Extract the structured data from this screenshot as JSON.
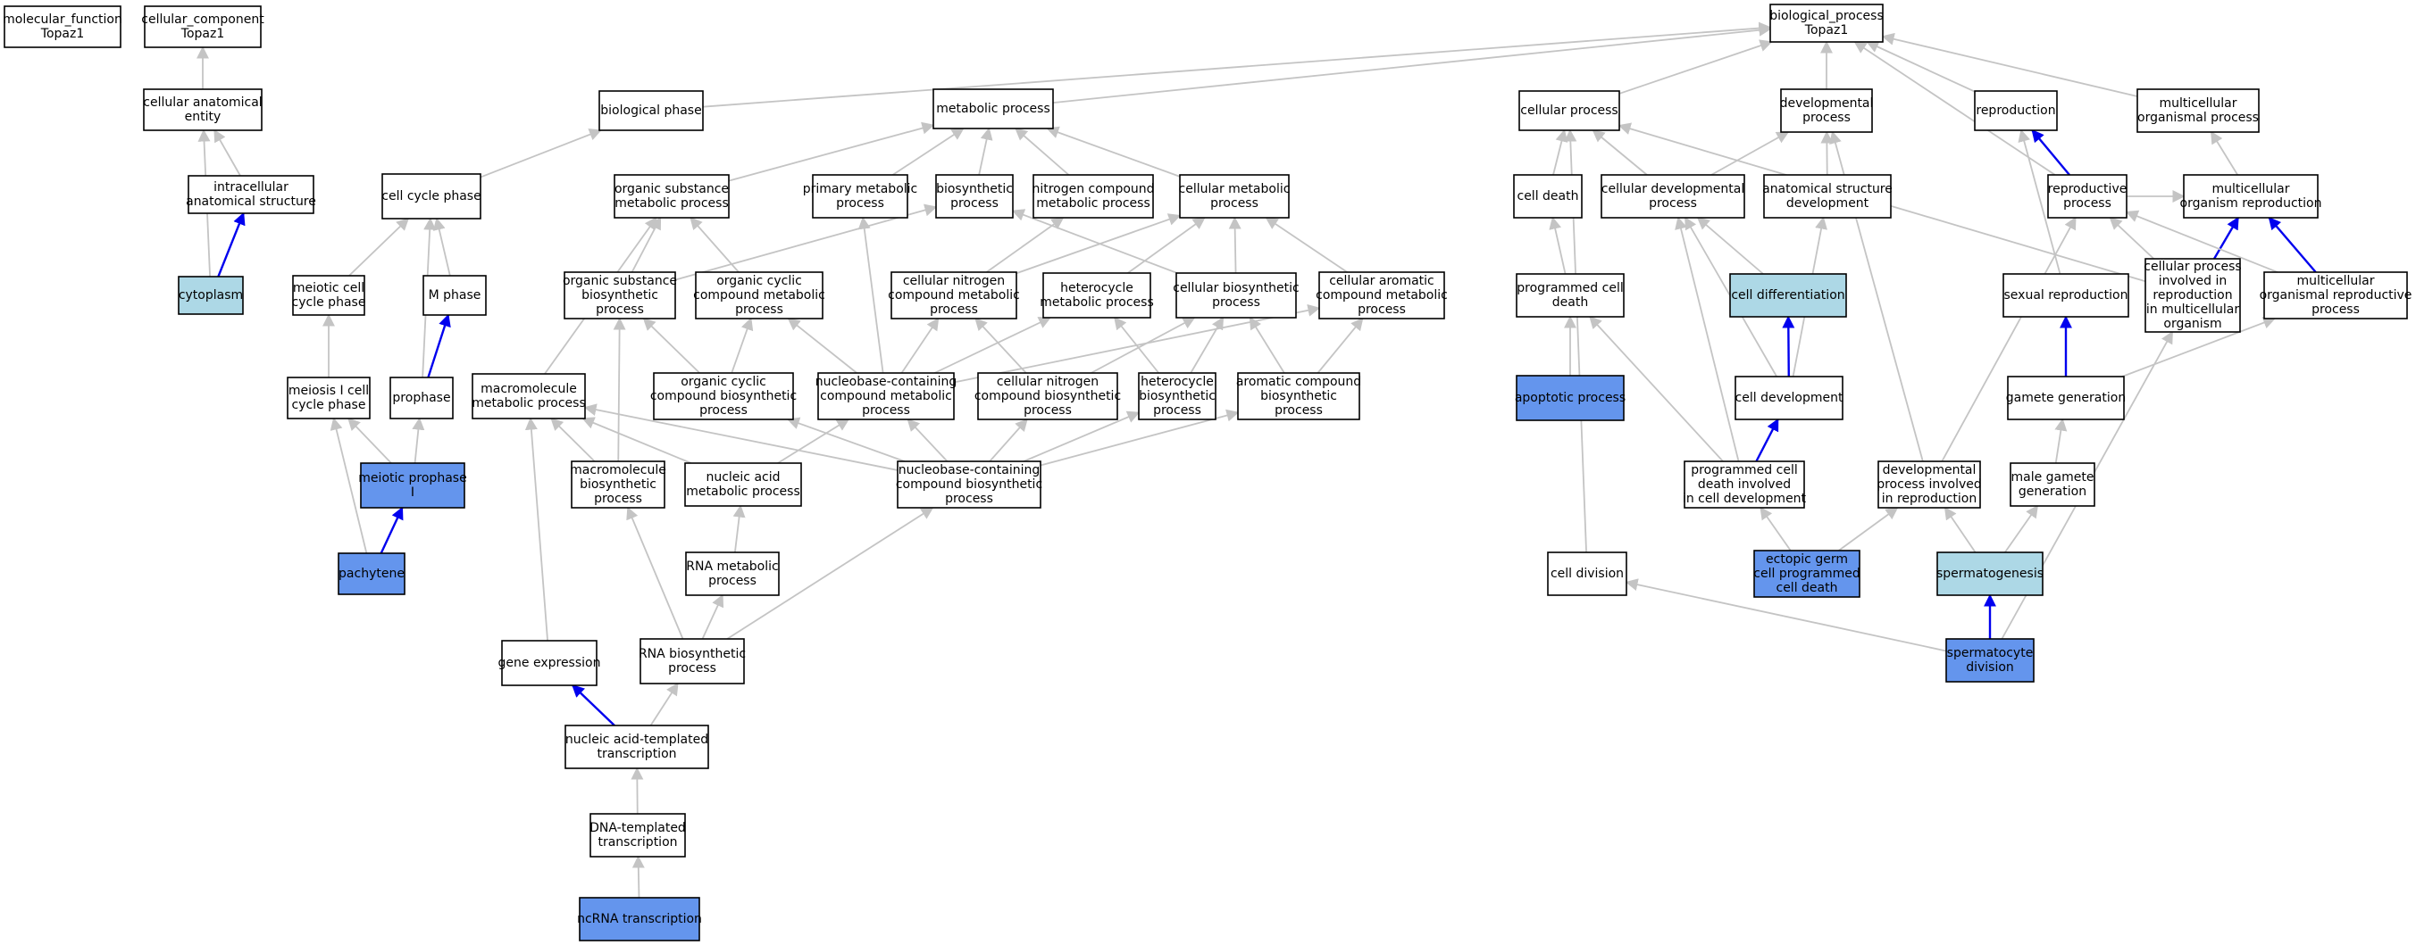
{
  "colors": {
    "white": "#ffffff",
    "light": "#add8e6",
    "dark": "#6495ed",
    "gray_edge": "#c4c4c4",
    "blue_edge": "#0000ee",
    "border": "#000000"
  },
  "nodes": {
    "mf": {
      "lines": [
        "molecular_function",
        "Topaz1"
      ],
      "fill": "white"
    },
    "cc": {
      "lines": [
        "cellular_component",
        "Topaz1"
      ],
      "fill": "white"
    },
    "bp": {
      "lines": [
        "biological_process",
        "Topaz1"
      ],
      "fill": "white"
    },
    "cae": {
      "lines": [
        "cellular anatomical",
        "entity"
      ],
      "fill": "white"
    },
    "ias": {
      "lines": [
        "intracellular",
        "anatomical structure"
      ],
      "fill": "white"
    },
    "cyto": {
      "lines": [
        "cytoplasm"
      ],
      "fill": "light"
    },
    "bphase": {
      "lines": [
        "biological phase"
      ],
      "fill": "white"
    },
    "ccp": {
      "lines": [
        "cell cycle phase"
      ],
      "fill": "white"
    },
    "mccp": {
      "lines": [
        "meiotic cell",
        "cycle phase"
      ],
      "fill": "white"
    },
    "mphase": {
      "lines": [
        "M phase"
      ],
      "fill": "white"
    },
    "m1ccp": {
      "lines": [
        "meiosis I cell",
        "cycle phase"
      ],
      "fill": "white"
    },
    "proph": {
      "lines": [
        "prophase"
      ],
      "fill": "white"
    },
    "mproph": {
      "lines": [
        "meiotic prophase",
        "I"
      ],
      "fill": "dark"
    },
    "pach": {
      "lines": [
        "pachytene"
      ],
      "fill": "dark"
    },
    "metab": {
      "lines": [
        "metabolic process"
      ],
      "fill": "white"
    },
    "osmp": {
      "lines": [
        "organic substance",
        "metabolic process"
      ],
      "fill": "white"
    },
    "pmp": {
      "lines": [
        "primary metabolic",
        "process"
      ],
      "fill": "white"
    },
    "biosyn": {
      "lines": [
        "biosynthetic",
        "process"
      ],
      "fill": "white"
    },
    "ncmp": {
      "lines": [
        "nitrogen compound",
        "metabolic process"
      ],
      "fill": "white"
    },
    "cmp": {
      "lines": [
        "cellular metabolic",
        "process"
      ],
      "fill": "white"
    },
    "osbp": {
      "lines": [
        "organic substance",
        "biosynthetic",
        "process"
      ],
      "fill": "white"
    },
    "occmp": {
      "lines": [
        "organic cyclic",
        "compound metabolic",
        "process"
      ],
      "fill": "white"
    },
    "cncmp": {
      "lines": [
        "cellular nitrogen",
        "compound metabolic",
        "process"
      ],
      "fill": "white"
    },
    "hmp": {
      "lines": [
        "heterocycle",
        "metabolic process"
      ],
      "fill": "white"
    },
    "cbp": {
      "lines": [
        "cellular biosynthetic",
        "process"
      ],
      "fill": "white"
    },
    "cacmp": {
      "lines": [
        "cellular aromatic",
        "compound metabolic",
        "process"
      ],
      "fill": "white"
    },
    "mmp": {
      "lines": [
        "macromolecule",
        "metabolic process"
      ],
      "fill": "white"
    },
    "occbp": {
      "lines": [
        "organic cyclic",
        "compound biosynthetic",
        "process"
      ],
      "fill": "white"
    },
    "nbccmp": {
      "lines": [
        "nucleobase-containing",
        "compound metabolic",
        "process"
      ],
      "fill": "white"
    },
    "cncbp": {
      "lines": [
        "cellular nitrogen",
        "compound biosynthetic",
        "process"
      ],
      "fill": "white"
    },
    "hbp": {
      "lines": [
        "heterocycle",
        "biosynthetic",
        "process"
      ],
      "fill": "white"
    },
    "acbp": {
      "lines": [
        "aromatic compound",
        "biosynthetic",
        "process"
      ],
      "fill": "white"
    },
    "mbp": {
      "lines": [
        "macromolecule",
        "biosynthetic",
        "process"
      ],
      "fill": "white"
    },
    "namp": {
      "lines": [
        "nucleic acid",
        "metabolic process"
      ],
      "fill": "white"
    },
    "nbccbp": {
      "lines": [
        "nucleobase-containing",
        "compound biosynthetic",
        "process"
      ],
      "fill": "white"
    },
    "rmp": {
      "lines": [
        "RNA metabolic",
        "process"
      ],
      "fill": "white"
    },
    "gexp": {
      "lines": [
        "gene expression"
      ],
      "fill": "white"
    },
    "rbp": {
      "lines": [
        "RNA biosynthetic",
        "process"
      ],
      "fill": "white"
    },
    "natt": {
      "lines": [
        "nucleic acid-templated",
        "transcription"
      ],
      "fill": "white"
    },
    "dtt": {
      "lines": [
        "DNA-templated",
        "transcription"
      ],
      "fill": "white"
    },
    "ncrna": {
      "lines": [
        "ncRNA transcription"
      ],
      "fill": "dark"
    },
    "cp": {
      "lines": [
        "cellular process"
      ],
      "fill": "white"
    },
    "dp": {
      "lines": [
        "developmental",
        "process"
      ],
      "fill": "white"
    },
    "repro": {
      "lines": [
        "reproduction"
      ],
      "fill": "white"
    },
    "mop": {
      "lines": [
        "multicellular",
        "organismal process"
      ],
      "fill": "white"
    },
    "cdeath": {
      "lines": [
        "cell death"
      ],
      "fill": "white"
    },
    "cdp": {
      "lines": [
        "cellular developmental",
        "process"
      ],
      "fill": "white"
    },
    "asd": {
      "lines": [
        "anatomical structure",
        "development"
      ],
      "fill": "white"
    },
    "rp": {
      "lines": [
        "reproductive",
        "process"
      ],
      "fill": "white"
    },
    "mor": {
      "lines": [
        "multicellular",
        "organism reproduction"
      ],
      "fill": "white"
    },
    "pcd": {
      "lines": [
        "programmed cell",
        "death"
      ],
      "fill": "white"
    },
    "cdiff": {
      "lines": [
        "cell differentiation"
      ],
      "fill": "light"
    },
    "srepro": {
      "lines": [
        "sexual reproduction"
      ],
      "fill": "white"
    },
    "cpimo": {
      "lines": [
        "cellular process",
        "involved in",
        "reproduction",
        "in multicellular",
        "organism"
      ],
      "fill": "white"
    },
    "morp": {
      "lines": [
        "multicellular",
        "organismal reproductive",
        "process"
      ],
      "fill": "white"
    },
    "apop": {
      "lines": [
        "apoptotic process"
      ],
      "fill": "dark"
    },
    "cdev": {
      "lines": [
        "cell development"
      ],
      "fill": "white"
    },
    "ggen": {
      "lines": [
        "gamete generation"
      ],
      "fill": "white"
    },
    "pcdcd": {
      "lines": [
        "programmed cell",
        "death involved",
        "in cell development"
      ],
      "fill": "white"
    },
    "dpir": {
      "lines": [
        "developmental",
        "process involved",
        "in reproduction"
      ],
      "fill": "white"
    },
    "mgg": {
      "lines": [
        "male gamete",
        "generation"
      ],
      "fill": "white"
    },
    "cdiv": {
      "lines": [
        "cell division"
      ],
      "fill": "white"
    },
    "egcpcd": {
      "lines": [
        "ectopic germ",
        "cell programmed",
        "cell death"
      ],
      "fill": "dark"
    },
    "sperm": {
      "lines": [
        "spermatogenesis"
      ],
      "fill": "light"
    },
    "scd": {
      "lines": [
        "spermatocyte",
        "division"
      ],
      "fill": "dark"
    }
  },
  "edges": [
    [
      "cae",
      "cc",
      "gray"
    ],
    [
      "cyto",
      "cae",
      "gray"
    ],
    [
      "ias",
      "cae",
      "gray"
    ],
    [
      "cyto",
      "ias",
      "blue"
    ],
    [
      "bphase",
      "bp",
      "gray"
    ],
    [
      "ccp",
      "bphase",
      "gray"
    ],
    [
      "mccp",
      "ccp",
      "gray"
    ],
    [
      "mphase",
      "ccp",
      "gray"
    ],
    [
      "proph",
      "ccp",
      "gray"
    ],
    [
      "m1ccp",
      "mccp",
      "gray"
    ],
    [
      "proph",
      "mphase",
      "blue"
    ],
    [
      "mproph",
      "m1ccp",
      "gray"
    ],
    [
      "mproph",
      "proph",
      "gray"
    ],
    [
      "pach",
      "m1ccp",
      "gray"
    ],
    [
      "pach",
      "mproph",
      "blue"
    ],
    [
      "metab",
      "bp",
      "gray"
    ],
    [
      "osmp",
      "metab",
      "gray"
    ],
    [
      "pmp",
      "metab",
      "gray"
    ],
    [
      "biosyn",
      "metab",
      "gray"
    ],
    [
      "ncmp",
      "metab",
      "gray"
    ],
    [
      "cmp",
      "metab",
      "gray"
    ],
    [
      "osbp",
      "osmp",
      "gray"
    ],
    [
      "osbp",
      "biosyn",
      "gray"
    ],
    [
      "occmp",
      "osmp",
      "gray"
    ],
    [
      "cncmp",
      "ncmp",
      "gray"
    ],
    [
      "cncmp",
      "cmp",
      "gray"
    ],
    [
      "hmp",
      "cmp",
      "gray"
    ],
    [
      "cbp",
      "cmp",
      "gray"
    ],
    [
      "cbp",
      "biosyn",
      "gray"
    ],
    [
      "cacmp",
      "cmp",
      "gray"
    ],
    [
      "mmp",
      "osmp",
      "gray"
    ],
    [
      "occbp",
      "osbp",
      "gray"
    ],
    [
      "occbp",
      "occmp",
      "gray"
    ],
    [
      "nbccmp",
      "occmp",
      "gray"
    ],
    [
      "nbccmp",
      "cncmp",
      "gray"
    ],
    [
      "nbccmp",
      "hmp",
      "gray"
    ],
    [
      "nbccmp",
      "cacmp",
      "gray"
    ],
    [
      "nbccmp",
      "pmp",
      "gray"
    ],
    [
      "cncbp",
      "cncmp",
      "gray"
    ],
    [
      "cncbp",
      "cbp",
      "gray"
    ],
    [
      "hbp",
      "hmp",
      "gray"
    ],
    [
      "hbp",
      "cbp",
      "gray"
    ],
    [
      "acbp",
      "cacmp",
      "gray"
    ],
    [
      "acbp",
      "cbp",
      "gray"
    ],
    [
      "mbp",
      "mmp",
      "gray"
    ],
    [
      "mbp",
      "osbp",
      "gray"
    ],
    [
      "namp",
      "mmp",
      "gray"
    ],
    [
      "namp",
      "nbccmp",
      "gray"
    ],
    [
      "nbccbp",
      "nbccmp",
      "gray"
    ],
    [
      "nbccbp",
      "occbp",
      "gray"
    ],
    [
      "nbccbp",
      "cncbp",
      "gray"
    ],
    [
      "nbccbp",
      "hbp",
      "gray"
    ],
    [
      "nbccbp",
      "acbp",
      "gray"
    ],
    [
      "nbccbp",
      "mmp",
      "gray"
    ],
    [
      "rmp",
      "namp",
      "gray"
    ],
    [
      "gexp",
      "mmp",
      "gray"
    ],
    [
      "rbp",
      "mbp",
      "gray"
    ],
    [
      "rbp",
      "rmp",
      "gray"
    ],
    [
      "rbp",
      "nbccbp",
      "gray"
    ],
    [
      "natt",
      "gexp",
      "blue"
    ],
    [
      "natt",
      "rbp",
      "gray"
    ],
    [
      "dtt",
      "natt",
      "gray"
    ],
    [
      "ncrna",
      "dtt",
      "gray"
    ],
    [
      "cp",
      "bp",
      "gray"
    ],
    [
      "dp",
      "bp",
      "gray"
    ],
    [
      "repro",
      "bp",
      "gray"
    ],
    [
      "mop",
      "bp",
      "gray"
    ],
    [
      "rp",
      "bp",
      "gray"
    ],
    [
      "cdeath",
      "cp",
      "gray"
    ],
    [
      "cdp",
      "cp",
      "gray"
    ],
    [
      "cdp",
      "dp",
      "gray"
    ],
    [
      "asd",
      "dp",
      "gray"
    ],
    [
      "rp",
      "repro",
      "blue"
    ],
    [
      "rp",
      "mor",
      "gray"
    ],
    [
      "mor",
      "mop",
      "gray"
    ],
    [
      "pcd",
      "cdeath",
      "gray"
    ],
    [
      "cdiff",
      "cdp",
      "gray"
    ],
    [
      "srepro",
      "repro",
      "gray"
    ],
    [
      "cpimo",
      "cp",
      "gray"
    ],
    [
      "cpimo",
      "rp",
      "gray"
    ],
    [
      "cpimo",
      "mor",
      "blue"
    ],
    [
      "morp",
      "mor",
      "blue"
    ],
    [
      "morp",
      "rp",
      "gray"
    ],
    [
      "apop",
      "pcd",
      "gray"
    ],
    [
      "cdev",
      "cdiff",
      "blue"
    ],
    [
      "cdev",
      "asd",
      "gray"
    ],
    [
      "cdev",
      "cdp",
      "gray"
    ],
    [
      "ggen",
      "srepro",
      "blue"
    ],
    [
      "ggen",
      "morp",
      "gray"
    ],
    [
      "pcdcd",
      "cdev",
      "blue"
    ],
    [
      "pcdcd",
      "pcd",
      "gray"
    ],
    [
      "pcdcd",
      "cdp",
      "gray"
    ],
    [
      "dpir",
      "dp",
      "gray"
    ],
    [
      "dpir",
      "rp",
      "gray"
    ],
    [
      "mgg",
      "ggen",
      "gray"
    ],
    [
      "cdiv",
      "cp",
      "gray"
    ],
    [
      "egcpcd",
      "pcdcd",
      "gray"
    ],
    [
      "egcpcd",
      "dpir",
      "gray"
    ],
    [
      "sperm",
      "mgg",
      "gray"
    ],
    [
      "sperm",
      "dpir",
      "gray"
    ],
    [
      "scd",
      "sperm",
      "blue"
    ],
    [
      "scd",
      "cdiv",
      "gray"
    ],
    [
      "scd",
      "cpimo",
      "gray"
    ]
  ]
}
